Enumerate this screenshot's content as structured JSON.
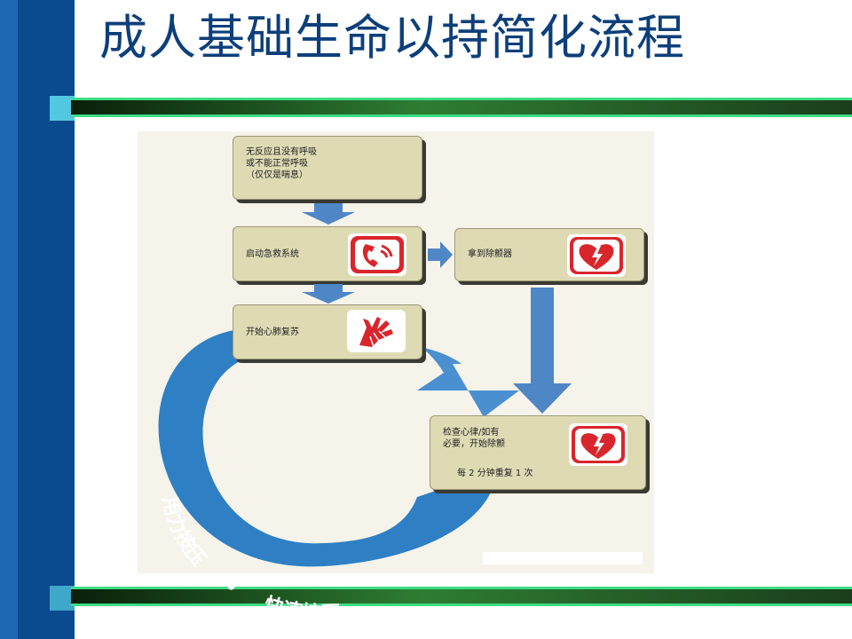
{
  "slide": {
    "title": "成人基础生命以持简化流程"
  },
  "flow": {
    "step1": {
      "lines": [
        "无反应且没有呼吸",
        "或不能正常呼吸",
        "（仅仅是喘息）"
      ]
    },
    "step2": {
      "label": "启动急救系统",
      "icon": "phone-icon"
    },
    "step3": {
      "label": "拿到除颤器",
      "icon": "heart-aed-icon"
    },
    "step4": {
      "label": "开始心肺复苏",
      "icon": "hands-cpr-icon"
    },
    "step5": {
      "lines": [
        "检查心律/如有",
        "必要，开始除颤"
      ],
      "repeat": "每 2 分钟重复 1 次",
      "icon": "heart-aed-icon"
    },
    "arc_left": "用力按压",
    "arc_dot": "•",
    "arc_right": "快速按压"
  },
  "colors": {
    "band": "#0a4a8f",
    "title": "#0d3f7a",
    "arrow": "#4f86c6",
    "arc": "#2f7fc4",
    "icon_red": "#d9262c",
    "node": "#dedbb4"
  }
}
